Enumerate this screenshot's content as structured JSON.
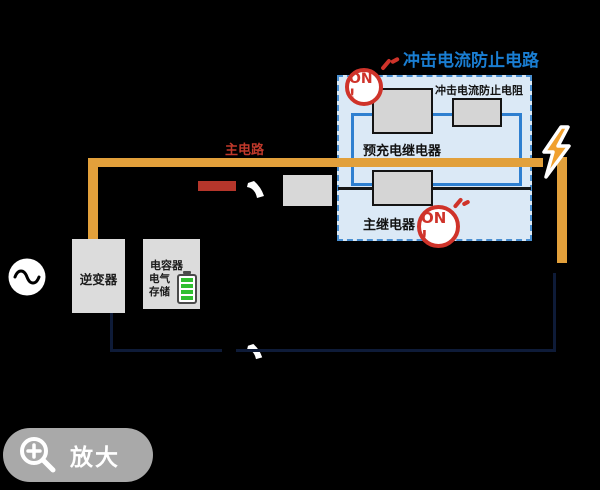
{
  "inrush_circuit": {
    "title": "冲击电流防止电路",
    "resistor_label": "冲击电流防止电阻",
    "precharge_relay_label": "预充电继电器",
    "main_relay_label": "主继电器",
    "on_badge": "ON !"
  },
  "labels": {
    "main_circuit": "主电路",
    "inverter": "逆变器",
    "capacitor_title": "电容器",
    "capacitor_line1": "电气",
    "capacitor_line2": "存储"
  },
  "zoom_button": {
    "label": "放大"
  },
  "colors": {
    "accent_orange": "#E2A03B",
    "title_blue": "#1A7ED2",
    "badge_red": "#CF332A",
    "inrush_box_fill": "#DBE9F6",
    "inner_loop_blue": "#2E7FD0",
    "battery_green": "#2FBF2F",
    "return_line_navy": "#0E1B38",
    "main_circuit_red": "#C0392B"
  }
}
